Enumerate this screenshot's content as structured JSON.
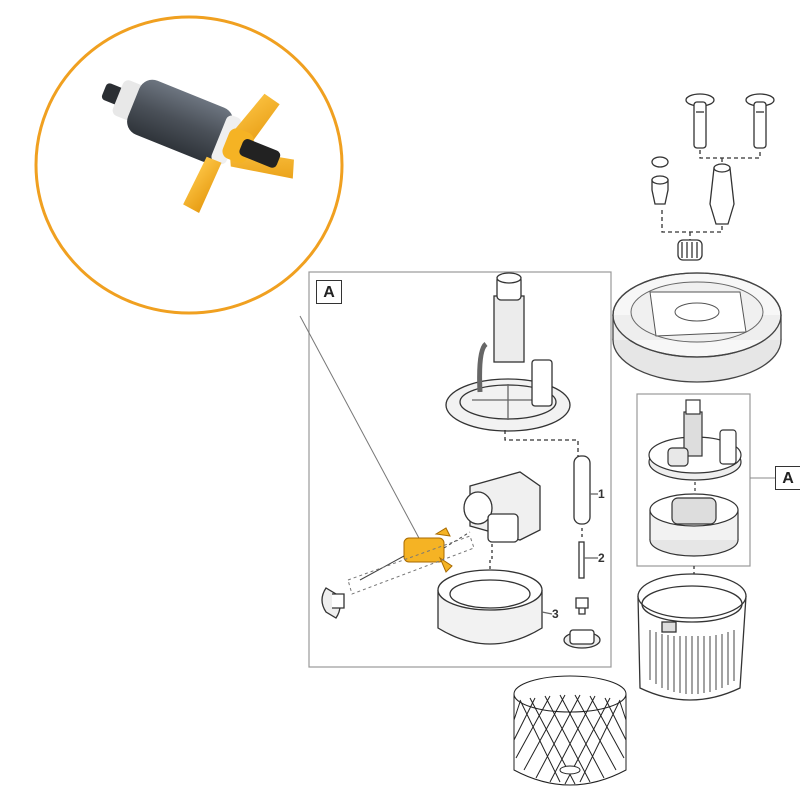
{
  "callouts": {
    "assembly_label_left": "A",
    "assembly_label_right": "A",
    "part_1": "1",
    "part_2": "2",
    "part_3": "3"
  },
  "highlight": {
    "impeller_color": "#f5b324",
    "circle_color": "#f0a020"
  },
  "icons": [
    "impeller-photo-icon",
    "screw-icon",
    "nozzle-icon",
    "lid-icon",
    "pump-motor-icon",
    "filter-basket-icon",
    "mesh-basket-icon"
  ]
}
